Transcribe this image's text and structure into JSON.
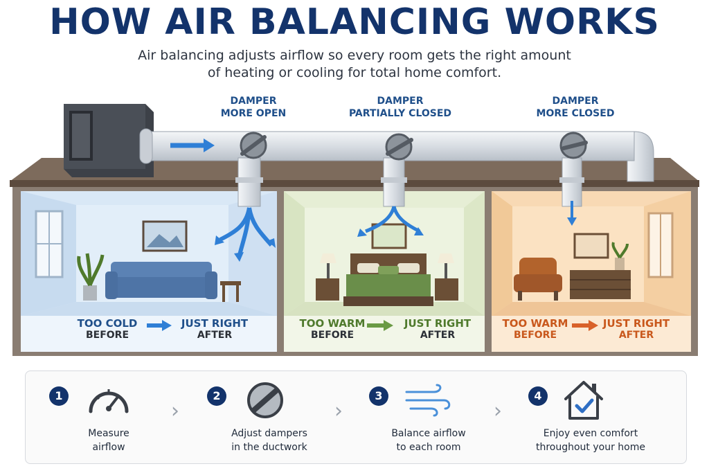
{
  "header": {
    "title": "HOW AIR BALANCING WORKS",
    "subtitle_line1": "Air balancing adjusts airflow so every room gets the right amount",
    "subtitle_line2": "of heating or cooling for total home comfort."
  },
  "dampers": [
    {
      "line1": "DAMPER",
      "line2": "MORE OPEN"
    },
    {
      "line1": "DAMPER",
      "line2": "PARTIALLY CLOSED"
    },
    {
      "line1": "DAMPER",
      "line2": "MORE CLOSED"
    }
  ],
  "rooms": [
    {
      "before": "TOO COLD",
      "before_sub": "BEFORE",
      "after": "JUST RIGHT",
      "after_sub": "AFTER",
      "color": "#1f4f8a",
      "arrow_color": "#2f7fd6",
      "bg": "#d9e8f6"
    },
    {
      "before": "TOO WARM",
      "before_sub": "BEFORE",
      "after": "JUST RIGHT",
      "after_sub": "AFTER",
      "color": "#4f7a2c",
      "arrow_color": "#6a9a44",
      "bg": "#e6eed5"
    },
    {
      "before": "TOO WARM",
      "before_sub": "BEFORE",
      "after": "JUST RIGHT",
      "after_sub": "AFTER",
      "color": "#c9581c",
      "arrow_color": "#d9622a",
      "bg": "#f8d9b4"
    }
  ],
  "steps": [
    {
      "number": "1",
      "line1": "Measure",
      "line2": "airflow",
      "icon": "gauge-icon"
    },
    {
      "number": "2",
      "line1": "Adjust dampers",
      "line2": "in the ductwork",
      "icon": "damper-icon"
    },
    {
      "number": "3",
      "line1": "Balance airflow",
      "line2": "to each room",
      "icon": "airflow-icon"
    },
    {
      "number": "4",
      "line1": "Enjoy even comfort",
      "line2": "throughout your home",
      "icon": "home-check-icon"
    }
  ],
  "colors": {
    "title": "#13336b",
    "accent_blue": "#2f7fd6",
    "duct": "#dfe3e8"
  }
}
